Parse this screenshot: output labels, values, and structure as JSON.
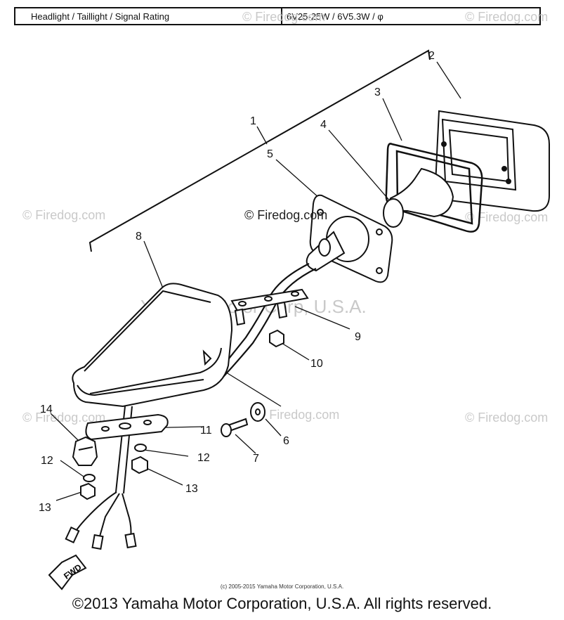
{
  "spec": {
    "label": "Headlight / Taillight / Signal Rating",
    "value": "6V25-25W / 6V5.3W / φ"
  },
  "callouts": [
    "1",
    "2",
    "3",
    "4",
    "5",
    "6",
    "7",
    "8",
    "9",
    "10",
    "11",
    "12",
    "12",
    "13",
    "13",
    "14"
  ],
  "watermarks": {
    "center": "© Firedog.com",
    "faded": "© Firedog.com",
    "yamaha": "Yamaha Motor Corp, U.S.A."
  },
  "fwd_label": "FWD",
  "credit_small": "(c) 2005-2015 Yamaha Motor Corporation, U.S.A.",
  "copyright": "©2013 Yamaha Motor Corporation, U.S.A. All rights reserved."
}
